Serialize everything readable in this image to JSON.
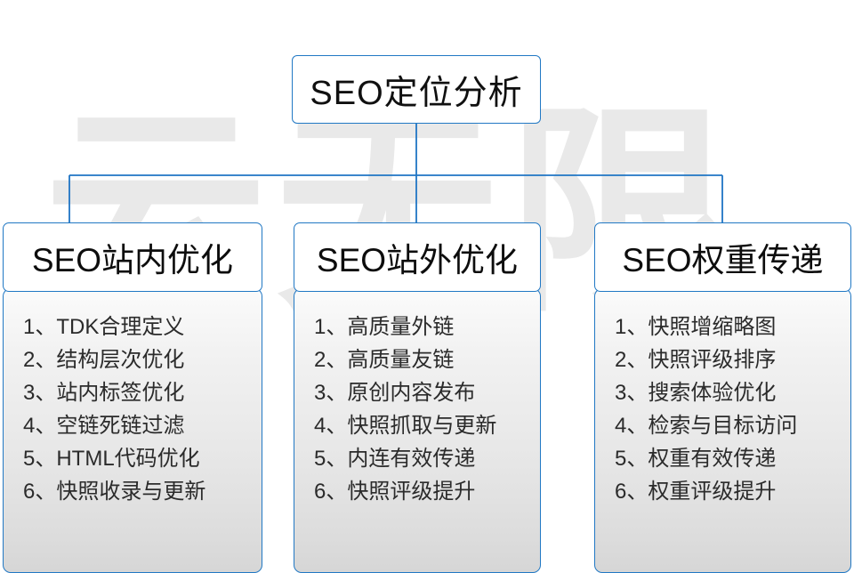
{
  "diagram": {
    "root": {
      "label": "SEO定位分析"
    },
    "watermark": {
      "text": "云无限"
    },
    "columns": [
      {
        "header": "SEO站内优化",
        "items": [
          "1、TDK合理定义",
          "2、结构层次优化",
          "3、站内标签优化",
          "4、空链死链过滤",
          "5、HTML代码优化",
          "6、快照收录与更新"
        ]
      },
      {
        "header": "SEO站外优化",
        "items": [
          "1、高质量外链",
          "2、高质量友链",
          "3、原创内容发布",
          "4、快照抓取与更新",
          "5、内连有效传递",
          "6、快照评级提升"
        ]
      },
      {
        "header": "SEO权重传递",
        "items": [
          "1、快照增缩略图",
          "2、快照评级排序",
          "3、搜索体验优化",
          "4、检索与目标访问",
          "5、权重有效传递",
          "6、权重评级提升"
        ]
      }
    ],
    "colors": {
      "connector": "#1f75c4",
      "border": "#2178c4",
      "header_text": "#0d0d0d",
      "item_text": "#2b2b2b",
      "panel_top": "#fbfbfb",
      "panel_bottom": "#d6d6d6",
      "watermark": "#e9e9e9",
      "background": "#ffffff"
    }
  }
}
